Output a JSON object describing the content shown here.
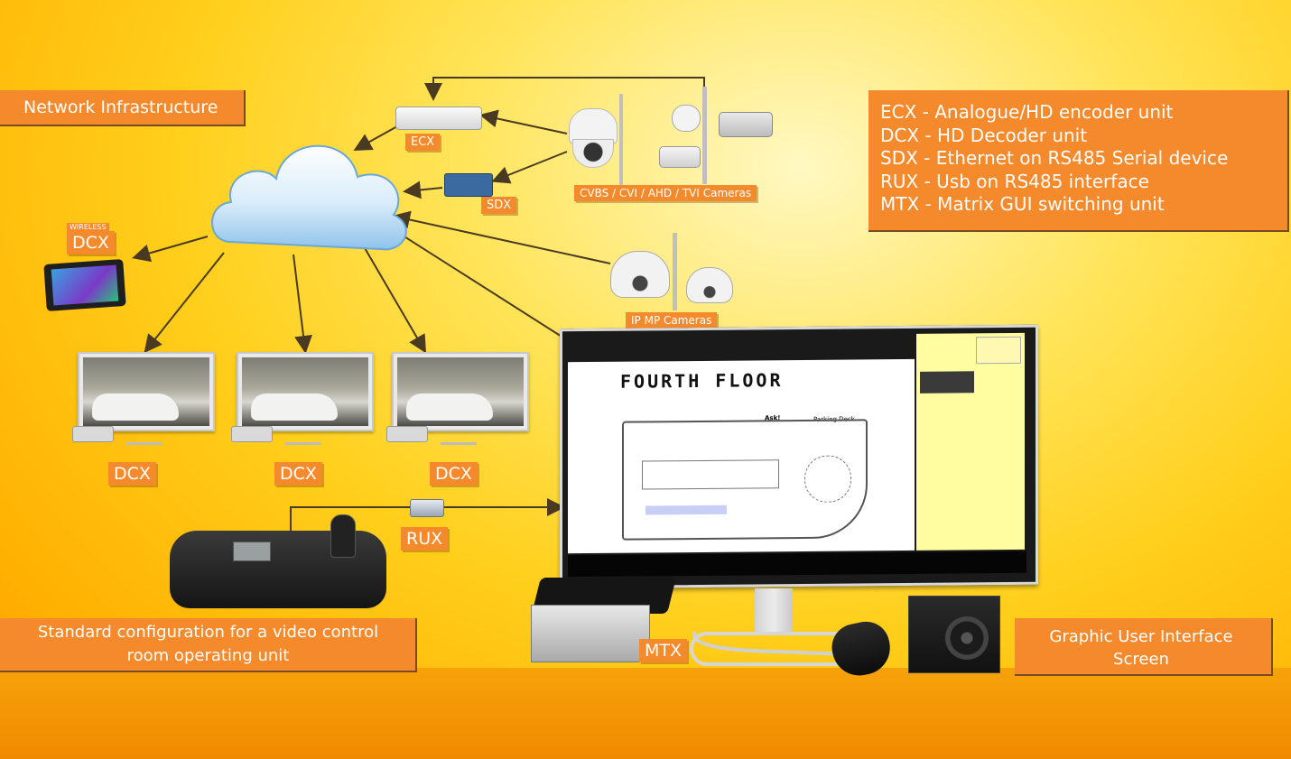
{
  "labels": {
    "network_infrastructure": "Network Infrastructure",
    "ecx": "ECX",
    "sdx": "SDX",
    "analog_cameras": "CVBS / CVI / AHD / TVI Cameras",
    "ip_cameras": "IP MP Cameras",
    "wireless": "WIRELESS",
    "dcx_wireless": "DCX",
    "dcx_1": "DCX",
    "dcx_2": "DCX",
    "dcx_3": "DCX",
    "rux": "RUX",
    "mtx": "MTX",
    "standard_config": "Standard configuration for a video control room operating unit",
    "gui_screen": "Graphic User Interface Screen"
  },
  "legend": [
    "ECX - Analogue/HD encoder unit",
    "DCX - HD Decoder unit",
    "SDX - Ethernet  on RS485 Serial device",
    "RUX - Usb on RS485 interface",
    "MTX - Matrix GUI switching unit"
  ],
  "gui_screen_content": {
    "floor_title": "FOURTH FLOOR",
    "map_marker_ask": "Ask!",
    "map_marker_parking": "Parking Deck"
  },
  "colors": {
    "label_background": "#f48a2c",
    "label_text": "#ffffff",
    "arrow": "#4a3a22",
    "background": "#ffcf1c"
  },
  "icons": [
    "cloud-icon",
    "dvr-icon",
    "serial-device-icon",
    "ptz-camera-icon",
    "bullet-camera-icon",
    "multisensor-camera-icon",
    "tablet-icon",
    "monitor-icon",
    "keyboard-icon",
    "usb-adapter-icon",
    "mini-pc-icon",
    "mouse-icon",
    "speaker-icon"
  ]
}
